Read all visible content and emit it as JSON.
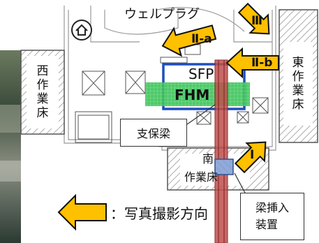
{
  "labels": {
    "well_plug": "ウェルプラグ",
    "sfp": "SFP",
    "fhm": "FHM",
    "support_beam": "支保梁",
    "beam_insertion_device": "梁挿入\n装置",
    "legend_text": "：写真撮影方向"
  },
  "work_floors": {
    "west": "西作業床",
    "east": "東作業床",
    "south_line1": "南",
    "south_line2": "作業床"
  },
  "arrow_labels": {
    "one": "Ⅰ",
    "two_a": "Ⅱ-a",
    "two_b": "Ⅱ-b",
    "three": "Ⅲ"
  },
  "icons": {
    "home": "home-icon"
  },
  "colors": {
    "arrow_fill": "#ffc000",
    "sfp_border": "#1f4fbf",
    "fhm_fill": "#3cc35a",
    "beam_fill": "#b23a3a",
    "floor_hatch": "#8a8a8a"
  }
}
